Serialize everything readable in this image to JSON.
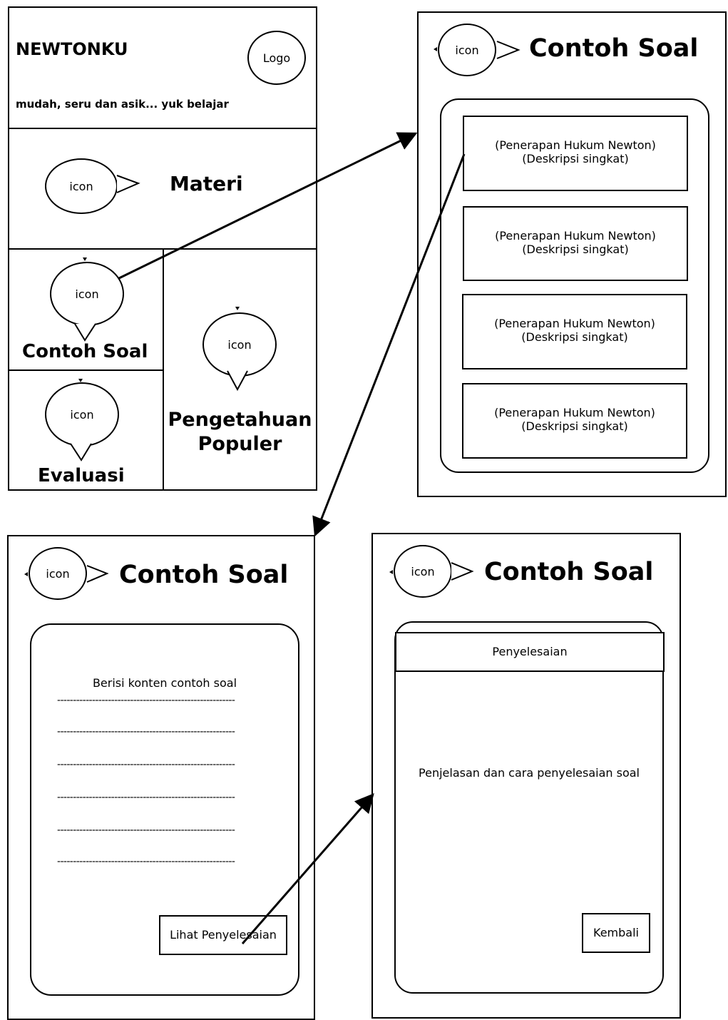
{
  "home": {
    "app_title": "NEWTONKU",
    "tagline": "mudah, seru dan asik... yuk belajar",
    "logo_label": "Logo",
    "icon_label": "icon",
    "menu_materi": "Materi",
    "menu_contoh_soal": "Contoh Soal",
    "menu_evaluasi": "Evaluasi",
    "menu_pengetahuan_line1": "Pengetahuan",
    "menu_pengetahuan_line2": "Populer"
  },
  "list_screen": {
    "title": "Contoh Soal",
    "icon_label": "icon",
    "items": [
      {
        "line1": "(Penerapan Hukum Newton)",
        "line2": "(Deskripsi singkat)"
      },
      {
        "line1": "(Penerapan Hukum Newton)",
        "line2": "(Deskripsi singkat)"
      },
      {
        "line1": "(Penerapan Hukum Newton)",
        "line2": "(Deskripsi singkat)"
      },
      {
        "line1": "(Penerapan Hukum Newton)",
        "line2": "(Deskripsi singkat)"
      }
    ]
  },
  "detail_screen": {
    "title": "Contoh Soal",
    "icon_label": "icon",
    "content_label": "Berisi konten contoh soal",
    "dash_line": "--------------------------------------------------------",
    "button_label": "Lihat Penyelesaian"
  },
  "solution_screen": {
    "title": "Contoh Soal",
    "icon_label": "icon",
    "header": "Penyelesaian",
    "body": "Penjelasan dan cara penyelesaian soal",
    "button_label": "Kembali"
  }
}
